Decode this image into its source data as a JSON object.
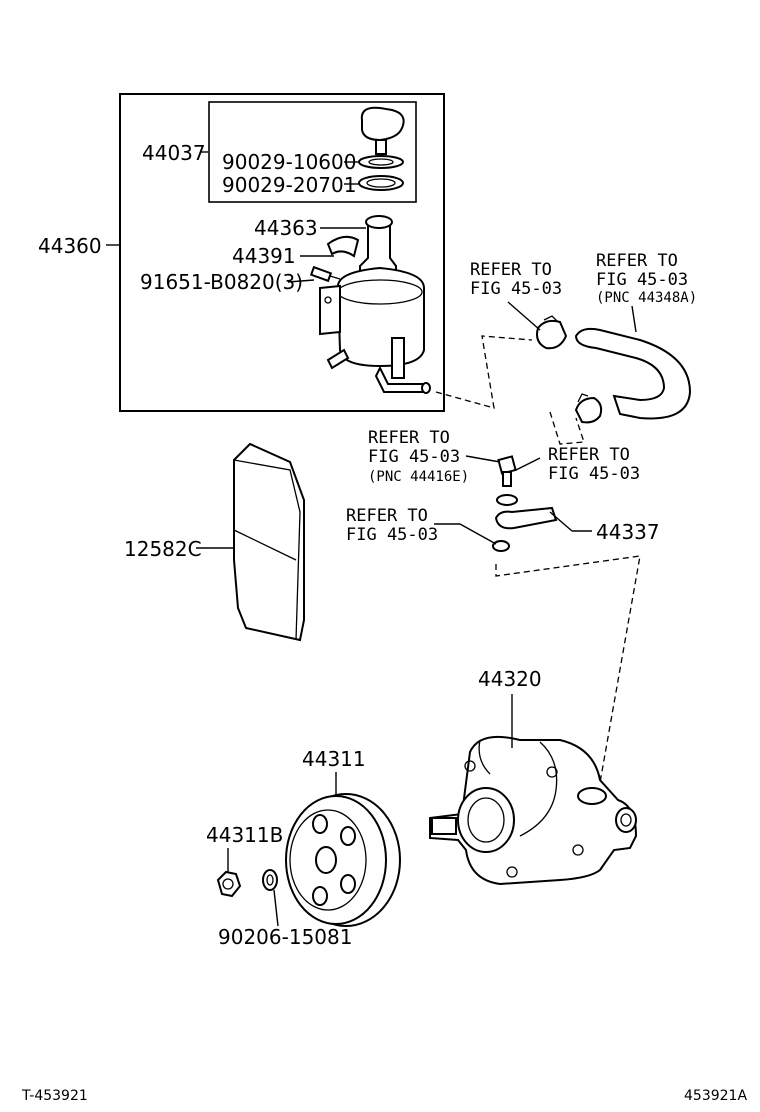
{
  "parts": {
    "p44037": "44037",
    "p90029_10600": "90029-10600",
    "p90029_20701": "90029-20701",
    "p44363": "44363",
    "p44391": "44391",
    "p91651": "91651-B0820(3)",
    "p44360": "44360",
    "p12582C": "12582C",
    "p44337": "44337",
    "p44320": "44320",
    "p44311": "44311",
    "p44311B": "44311B",
    "p90206": "90206-15081"
  },
  "refs": {
    "clamp_upper": [
      "REFER TO",
      "FIG 45-03"
    ],
    "hose": [
      "REFER TO",
      "FIG 45-03",
      "(PNC 44348A)"
    ],
    "bolt": [
      "REFER TO",
      "FIG 45-03",
      "(PNC 44416E)"
    ],
    "clamp_lower": [
      "REFER TO",
      "FIG 45-03"
    ],
    "gasket": [
      "REFER TO",
      "FIG 45-03"
    ]
  },
  "footer": {
    "left": "T-453921",
    "right": "453921A"
  }
}
